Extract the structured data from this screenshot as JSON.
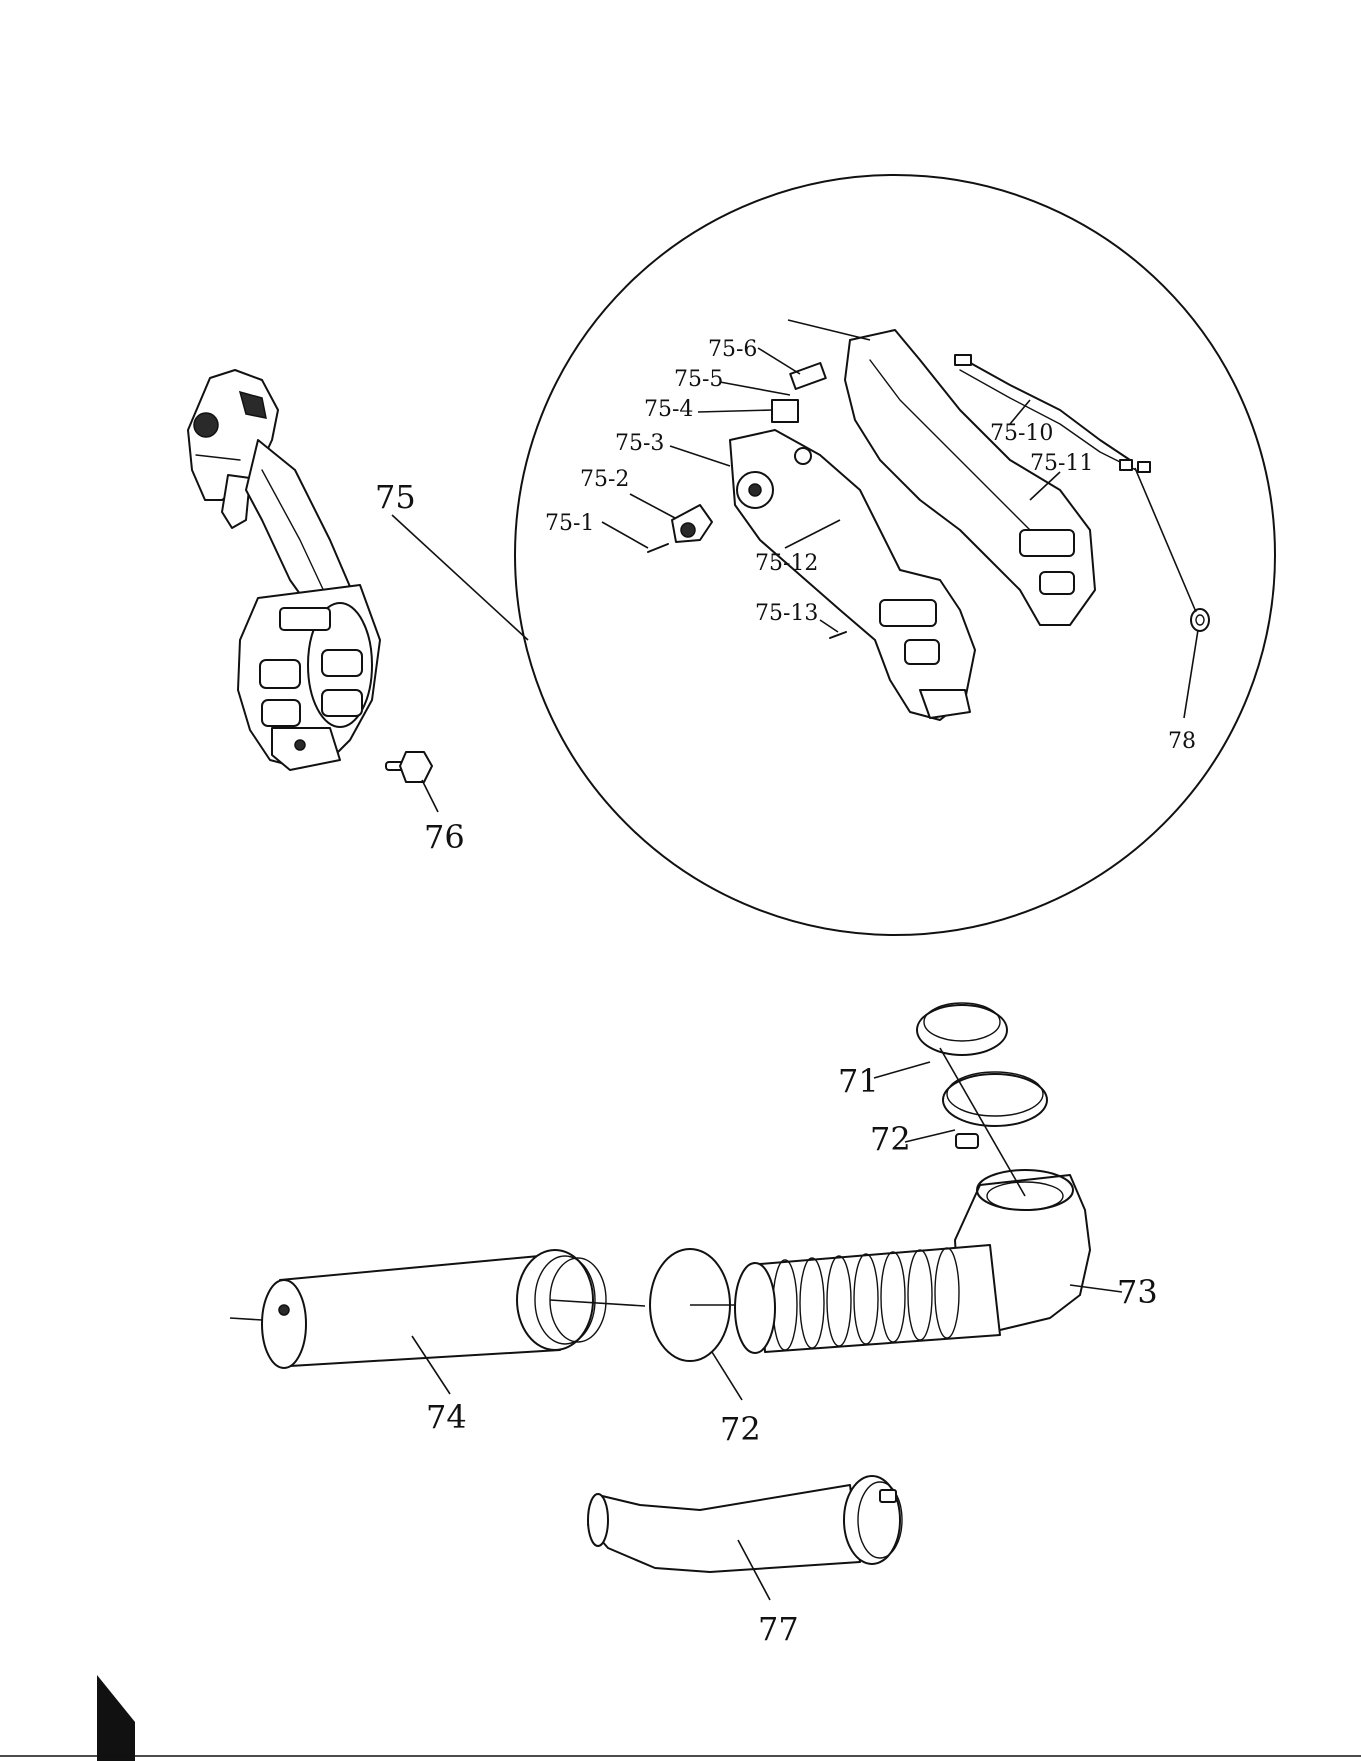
{
  "labels": {
    "p75": "75",
    "p76": "76",
    "p75_1": "75-1",
    "p75_2": "75-2",
    "p75_3": "75-3",
    "p75_4": "75-4",
    "p75_5": "75-5",
    "p75_6": "75-6",
    "p75_10": "75-10",
    "p75_11": "75-11",
    "p75_12": "75-12",
    "p75_13": "75-13",
    "p78": "78",
    "p71": "71",
    "p72_top": "72",
    "p72_bottom": "72",
    "p73": "73",
    "p74": "74",
    "p77": "77"
  }
}
